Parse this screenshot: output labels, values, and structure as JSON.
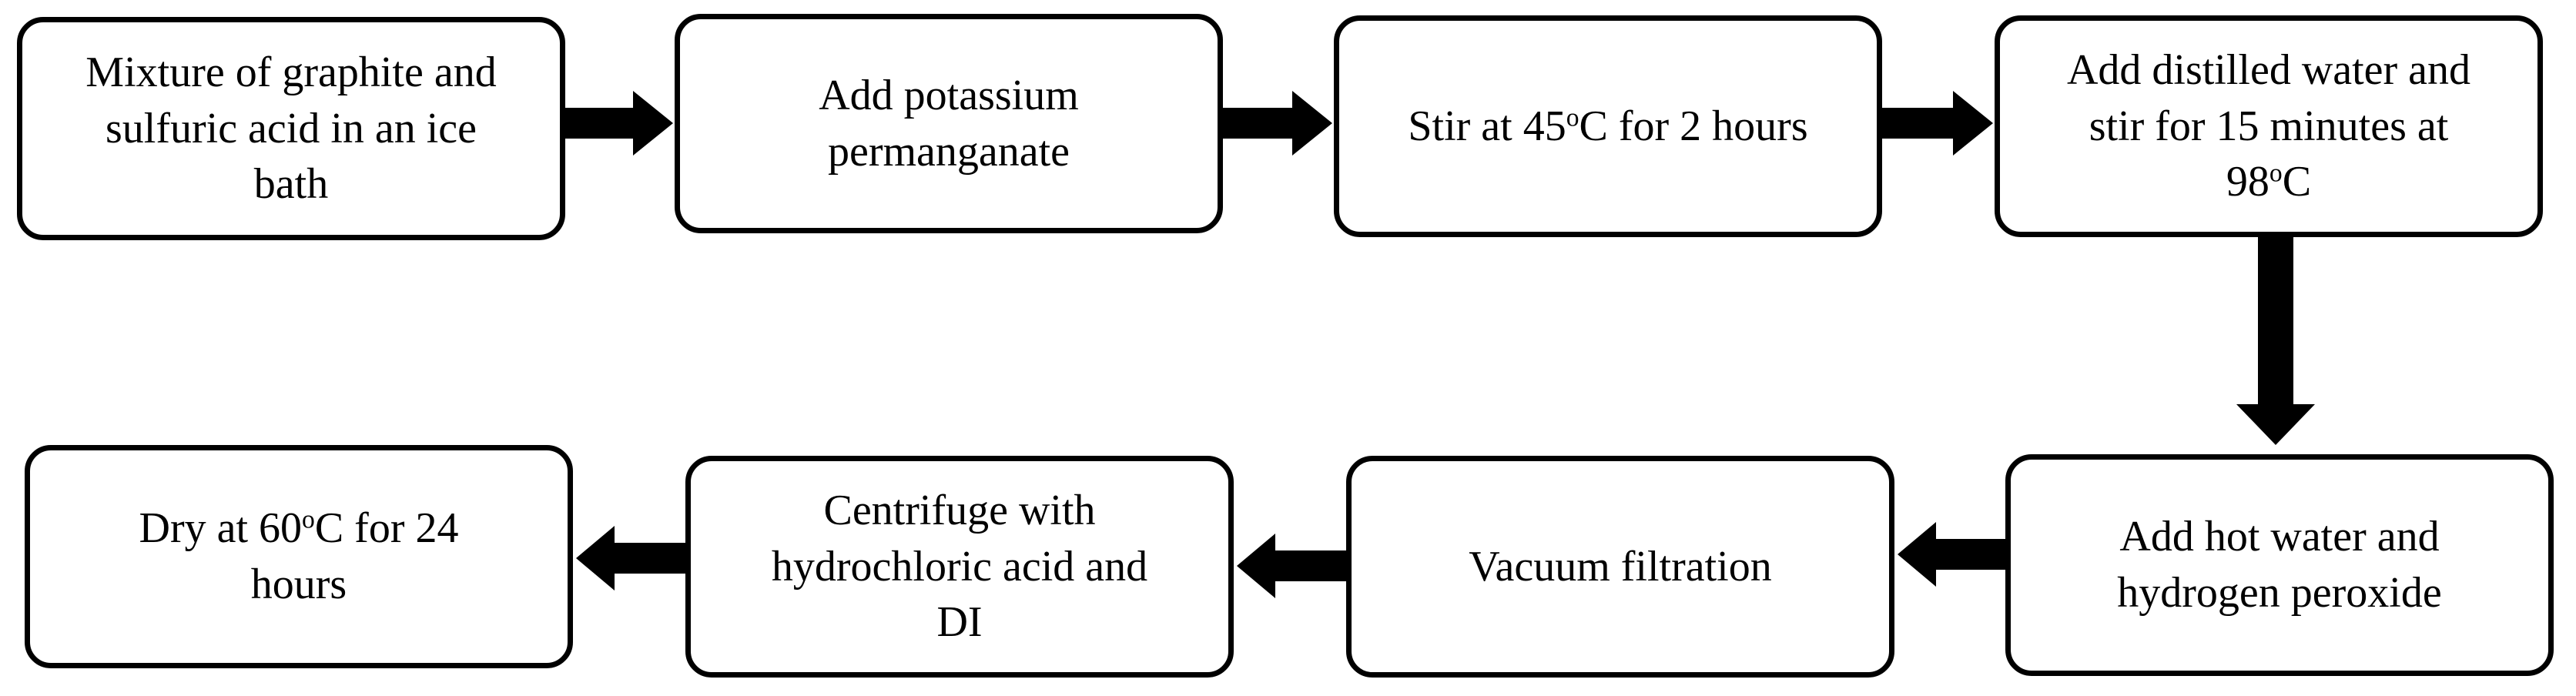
{
  "steps": [
    {
      "id": "s1",
      "text": "Mixture of graphite and\nsulfuric acid in an ice\nbath"
    },
    {
      "id": "s2",
      "text": "Add potassium\npermanganate"
    },
    {
      "id": "s3",
      "pre": "Stir at 45",
      "sup": "o",
      "post": "C for 2 hours"
    },
    {
      "id": "s4",
      "pre": "Add distilled water and\nstir for 15 minutes at\n98",
      "sup": "o",
      "post": "C"
    },
    {
      "id": "s5",
      "text": "Add hot water and\nhydrogen peroxide"
    },
    {
      "id": "s6",
      "text": "Vacuum filtration"
    },
    {
      "id": "s7",
      "text": "Centrifuge with\nhydrochloric acid and\nDI"
    },
    {
      "id": "s8",
      "pre": "Dry at 60",
      "sup": "o",
      "post": "C for 24\nhours"
    }
  ],
  "flow": [
    [
      "s1",
      "s2"
    ],
    [
      "s2",
      "s3"
    ],
    [
      "s3",
      "s4"
    ],
    [
      "s4",
      "s5"
    ],
    [
      "s5",
      "s6"
    ],
    [
      "s6",
      "s7"
    ],
    [
      "s7",
      "s8"
    ]
  ]
}
